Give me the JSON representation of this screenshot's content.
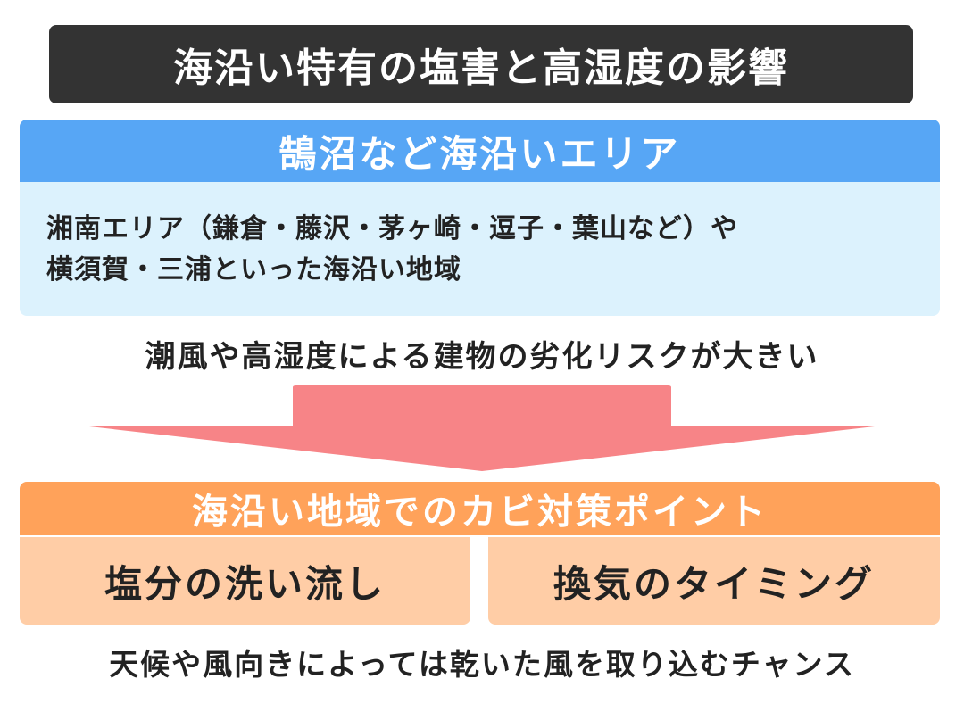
{
  "title": "海沿い特有の塩害と高湿度の影響",
  "area": {
    "header": "鵠沼など海沿いエリア",
    "lines": [
      "湘南エリア（鎌倉・藤沢・茅ヶ崎・逗子・葉山など）や",
      "横須賀・三浦といった海沿い地域"
    ]
  },
  "risk": "潮風や高湿度による建物の劣化リスクが大きい",
  "points": {
    "header": "海沿い地域でのカビ対策ポイント",
    "items": [
      "塩分の洗い流し",
      "換気のタイミング"
    ]
  },
  "chance": "天候や風向きによっては乾いた風を取り込むチャンス",
  "colors": {
    "title_bg": "#333333",
    "area_header_bg": "#57a6f5",
    "area_body_bg": "#dcf2fd",
    "arrow": "#f78487",
    "point_header_bg": "#ffa25a",
    "point_box_bg": "#ffcda6"
  }
}
